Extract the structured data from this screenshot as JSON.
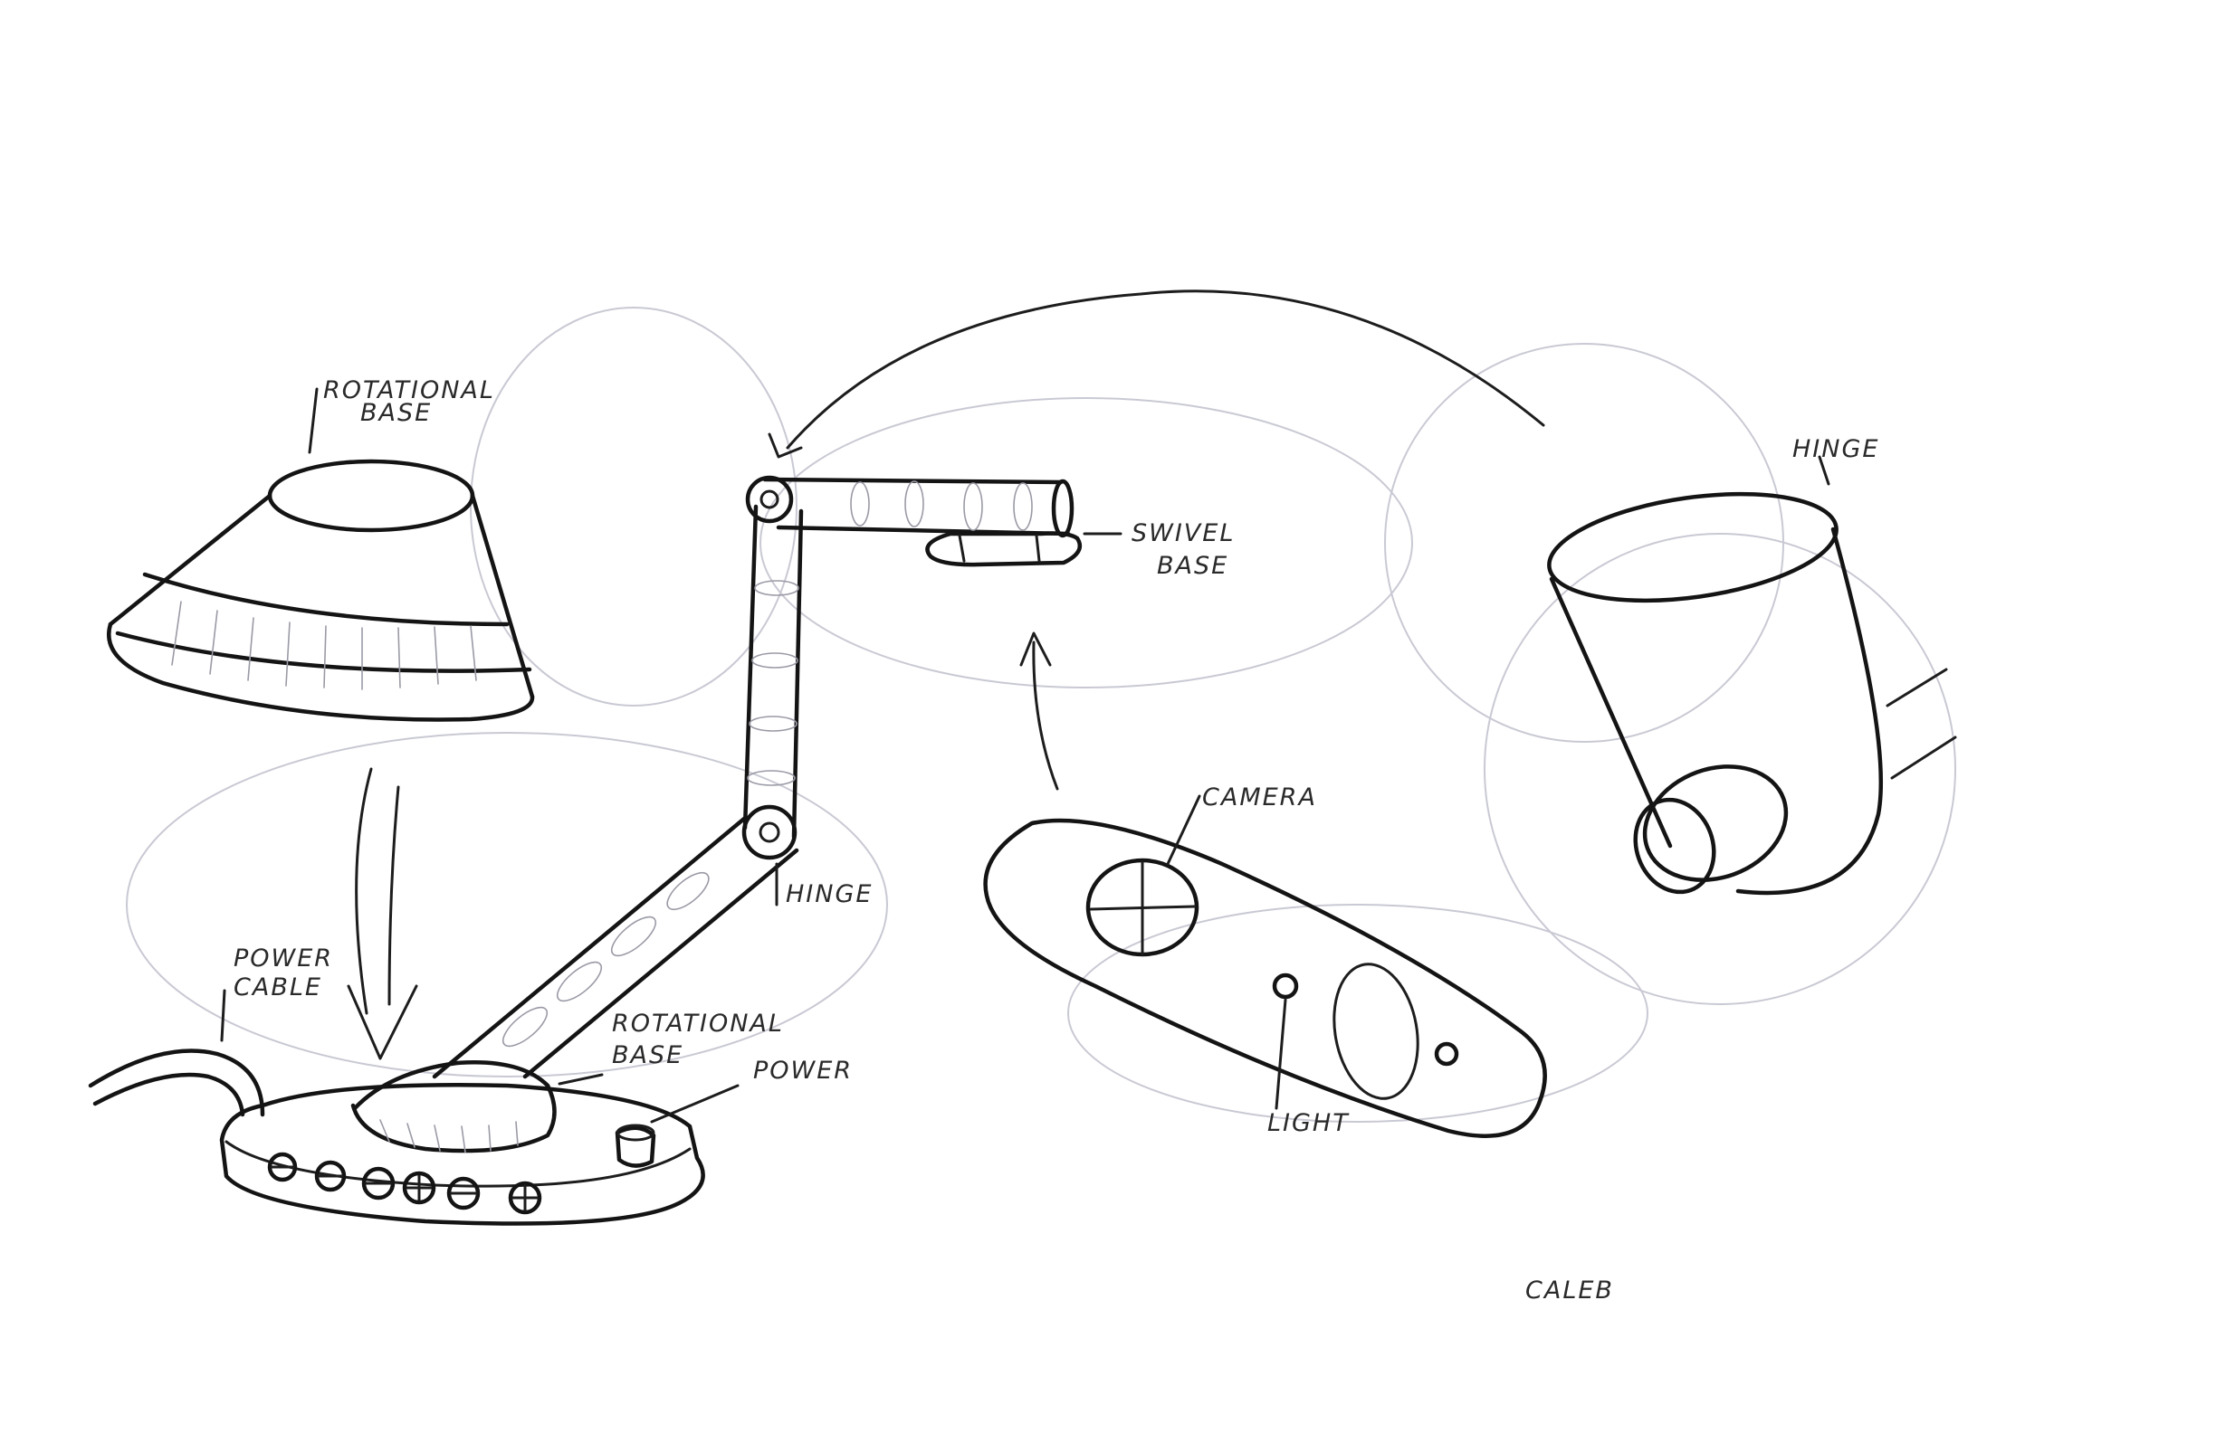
{
  "labels": {
    "rotational_base_top": [
      "ROTATIONAL",
      "BASE"
    ],
    "swivel_base": [
      "SWIVEL",
      "BASE"
    ],
    "hinge_right": "HINGE",
    "hinge_arm": "HINGE",
    "camera": "CAMERA",
    "light": "LIGHT",
    "power_cable": [
      "POWER",
      "CABLE"
    ],
    "rotational_base_bottom": [
      "ROTATIONAL",
      "BASE"
    ],
    "power": "POWER",
    "signature": "CALEB"
  },
  "colors": {
    "ink": "#1d1d1d",
    "construction": "#c9c9d4",
    "paper": "#ffffff"
  }
}
